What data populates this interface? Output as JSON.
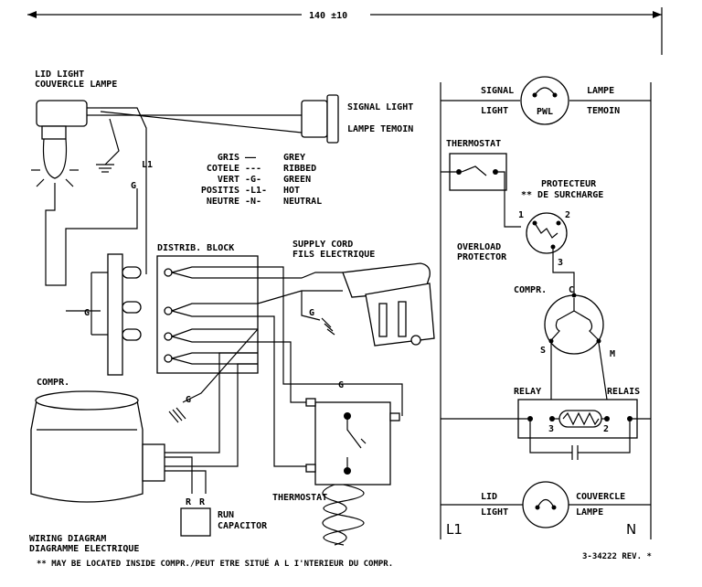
{
  "dimension": "140 ±10",
  "left": {
    "lid_light_line1": "LID LIGHT",
    "lid_light_line2": "COUVERCLE LAMPE",
    "signal_light": "SIGNAL LIGHT",
    "lampe_temoin": "LAMPE TEMOIN",
    "l1_mark": "L1",
    "g_mark": "G",
    "legend": [
      {
        "fr": "GRIS",
        "sym": "——",
        "en": "GREY"
      },
      {
        "fr": "COTELE",
        "sym": "---",
        "en": "RIBBED"
      },
      {
        "fr": "VERT",
        "sym": "-G-",
        "en": "GREEN"
      },
      {
        "fr": "POSITIS",
        "sym": "-L1-",
        "en": "HOT"
      },
      {
        "fr": "NEUTRE",
        "sym": "-N-",
        "en": "NEUTRAL"
      }
    ],
    "distrib_block": "DISTRIB. BLOCK",
    "supply_cord_line1": "SUPPLY CORD",
    "supply_cord_line2": "FILS ELECTRIQUE",
    "compr": "COMPR.",
    "thermostat": "THERMOSTAT",
    "run_capacitor_line1": "RUN",
    "run_capacitor_line2": "CAPACITOR",
    "r_mark": "R",
    "wiring_diagram_line1": "WIRING DIAGRAM",
    "wiring_diagram_line2": "DIAGRAMME ELECTRIQUE"
  },
  "right": {
    "signal": "SIGNAL",
    "light": "LIGHT",
    "pwl": "PWL",
    "lampe": "LAMPE",
    "temoin": "TEMOIN",
    "thermostat": "THERMOSTAT",
    "protecteur_line1": "PROTECTEUR",
    "protecteur_line2": "** DE SURCHARGE",
    "overload_line1": "OVERLOAD",
    "overload_line2": "PROTECTOR",
    "term_1": "1",
    "term_2": "2",
    "term_3": "3",
    "compr": "COMPR.",
    "c": "C",
    "s": "S",
    "m": "M",
    "relay": "RELAY",
    "relais": "RELAIS",
    "relay_3": "3",
    "relay_2": "2",
    "lid": "LID",
    "lid_light": "LIGHT",
    "couvercle": "COUVERCLE",
    "couvercle_lampe": "LAMPE",
    "l1": "L1",
    "n": "N"
  },
  "footer": {
    "note": "** MAY BE LOCATED INSIDE COMPR./PEUT ETRE SITUÉ A L I'NTERIEUR DU COMPR.",
    "ref": "3-34222 REV. *"
  }
}
